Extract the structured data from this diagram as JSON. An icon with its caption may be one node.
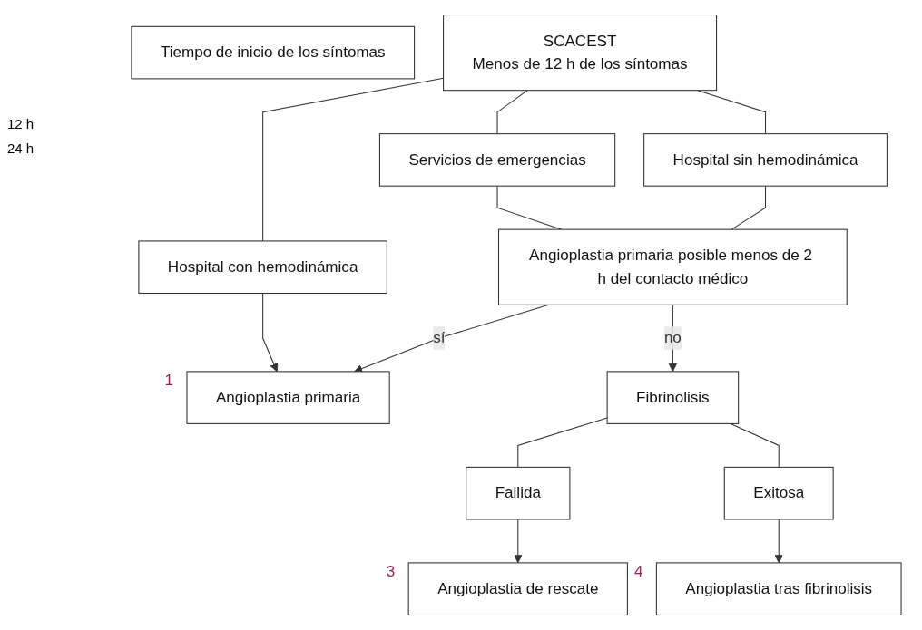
{
  "diagram": {
    "nodes": [
      {
        "text": [
          "SCACEST",
          "Menos de 12 h de los síntomas"
        ]
      },
      {
        "text": [
          "Tiempo de inicio de los síntomas"
        ]
      },
      {
        "text": [
          "Hospital con hemodinámica"
        ]
      },
      {
        "text": [
          "Servicios de emergencias"
        ]
      },
      {
        "text": [
          "Hospital sin hemodinámica"
        ]
      },
      {
        "text": [
          "Angioplastia primaria posible menos de 2 h del contacto médico"
        ]
      },
      {
        "text": [
          "Angioplastia primaria"
        ],
        "beside": [
          "1"
        ]
      },
      {
        "text": [
          "Fibrinolisis"
        ]
      },
      {
        "text": [
          "Angioplastia de rescate"
        ],
        "beside": [
          "3"
        ]
      },
      {
        "text": [
          "Fallida"
        ]
      },
      {
        "text": [
          "Exitosa"
        ]
      },
      {
        "text": [
          "Angioplastia tras fibrinolisis"
        ],
        "beside": [
          "4"
        ]
      }
    ],
    "edges": [
      {
        "from": 0,
        "to": 2,
        "arrow": "none"
      },
      {
        "from": 0,
        "to": 3,
        "arrow": "none"
      },
      {
        "from": 0,
        "to": 4,
        "arrow": "none"
      },
      {
        "from": 2,
        "to": 6,
        "arrow": "to"
      },
      {
        "from": 3,
        "to": 5,
        "arrow": "none"
      },
      {
        "from": 4,
        "to": 5,
        "arrow": "none"
      },
      {
        "from": 5,
        "to": 6,
        "label": "sí",
        "arrow": "to"
      },
      {
        "from": 5,
        "to": 7,
        "label": "no",
        "arrow": "to"
      },
      {
        "from": 7,
        "to": 9,
        "arrow": "none"
      },
      {
        "from": 7,
        "to": 10,
        "arrow": "none"
      },
      {
        "from": 9,
        "to": 8,
        "arrow": "to"
      },
      {
        "from": 10,
        "to": 11,
        "arrow": "to"
      }
    ],
    "labels": [
      "12 h",
      "24 h"
    ]
  }
}
